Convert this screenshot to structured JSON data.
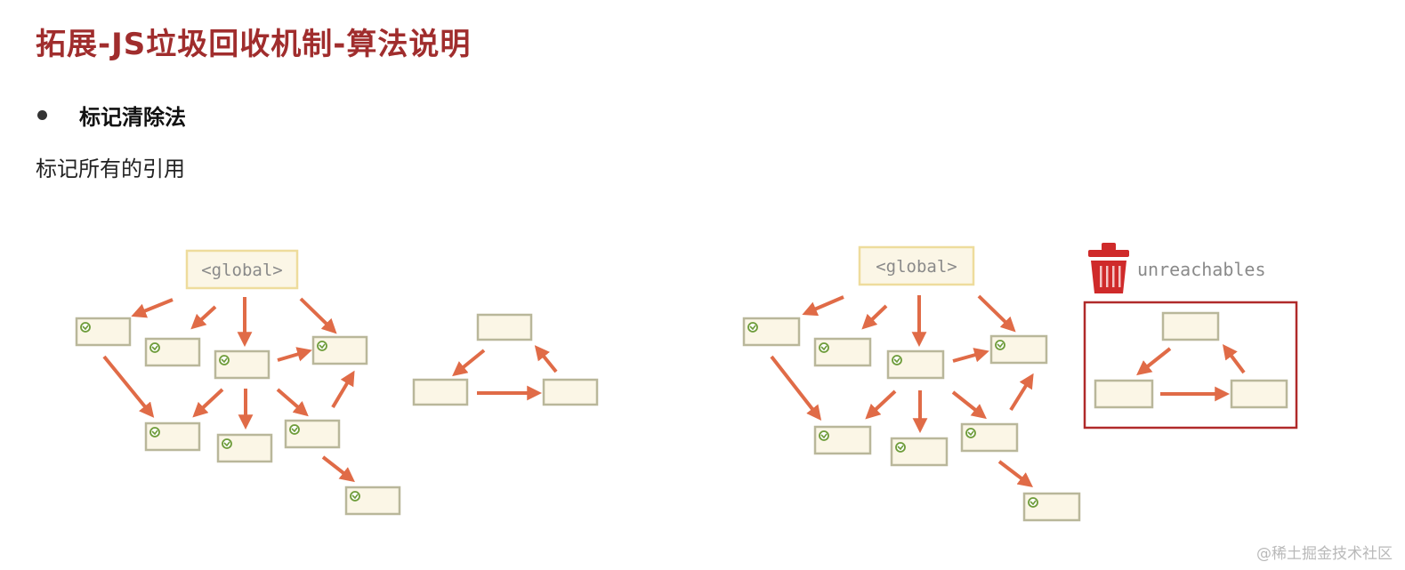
{
  "title": "拓展-JS垃圾回收机制-算法说明",
  "bullet": "标记清除法",
  "description": "标记所有的引用",
  "diagram": {
    "left": {
      "root_label": "<global>"
    },
    "right": {
      "root_label": "<global>",
      "unreachable_label": "unreachables"
    },
    "colors": {
      "arrow": "#e06b47",
      "box_fill": "#fbf6e6",
      "box_border": "#b9b79a",
      "root_border": "#eedc9c",
      "marker": "#6e9c3a",
      "frame": "#b02a2a",
      "trash": "#cf2a2a"
    }
  },
  "watermark": "@稀土掘金技术社区"
}
